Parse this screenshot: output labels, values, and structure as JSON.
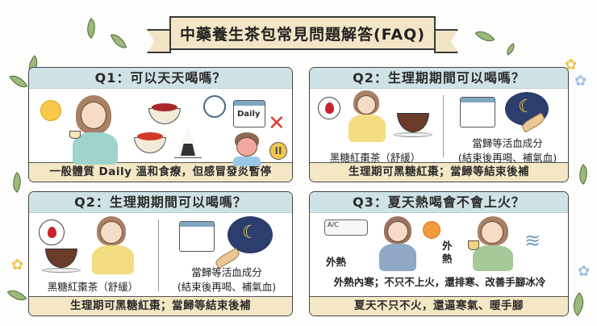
{
  "title": "中藥養生茶包常見問題解答(FAQ)",
  "colors": {
    "card_header_bg": "#cfe2e6",
    "card_footer_bg": "#f4e7c4",
    "banner_bg": "#f3e6c6",
    "border": "#444444"
  },
  "cards": [
    {
      "question": "Q1：可以天天喝嗎？",
      "calendar_label": "Daily",
      "icons": [
        "sun-icon",
        "woman-drinking-tea",
        "jujube-bowl-icon",
        "goji-bowl-icon",
        "teabag-icon",
        "clock-icon",
        "daily-calendar-icon",
        "x-mark-icon",
        "sick-child-icon",
        "pause-icon"
      ],
      "pause_symbol": "II",
      "x_symbol": "✕",
      "answer": "一般體質 Daily 溫和食療，但感冒發炎暫停"
    },
    {
      "question": "Q2：生理期期間可以喝嗎？",
      "left_caption": "黑糖紅棗茶（舒緩）",
      "right_caption_line1": "當歸等活血成分",
      "right_caption_line2": "(結束後再喝、補氣血)",
      "icons": [
        "blood-drop-icon",
        "woman-holding-belly",
        "tea-bowl-icon",
        "calendar-icon",
        "moon-night-icon",
        "ginseng-icon"
      ],
      "answer": "生理期可黑糖紅棗；當歸等結束後補"
    },
    {
      "question": "Q2：生理期期間可以喝嗎？",
      "left_caption": "黑糖紅棗茶（舒緩）",
      "right_caption_line1": "當歸等活血成分",
      "right_caption_line2": "(結束後再喝、補氣血)",
      "icons": [
        "blood-drop-icon",
        "tea-bowl-icon",
        "woman-holding-belly",
        "calendar-icon",
        "moon-night-icon",
        "ginseng-icon"
      ],
      "answer": "生理期可黑糖紅棗；當歸等結束後補"
    },
    {
      "question": "Q3：夏天熱喝會不會上火？",
      "ac_label": "A/C",
      "hot_label_left": "外熱",
      "hot_label_right_line1": "外",
      "hot_label_right_line2": "熱",
      "caption": "外熱內寒；不只不上火，還排寒、改善手腳冰冷",
      "icons": [
        "air-conditioner-icon",
        "cold-woman",
        "sun-icon",
        "woman-drinking-tea",
        "wind-icon"
      ],
      "answer": "夏天不只不火，還逼寒氣、暖手腳"
    }
  ]
}
